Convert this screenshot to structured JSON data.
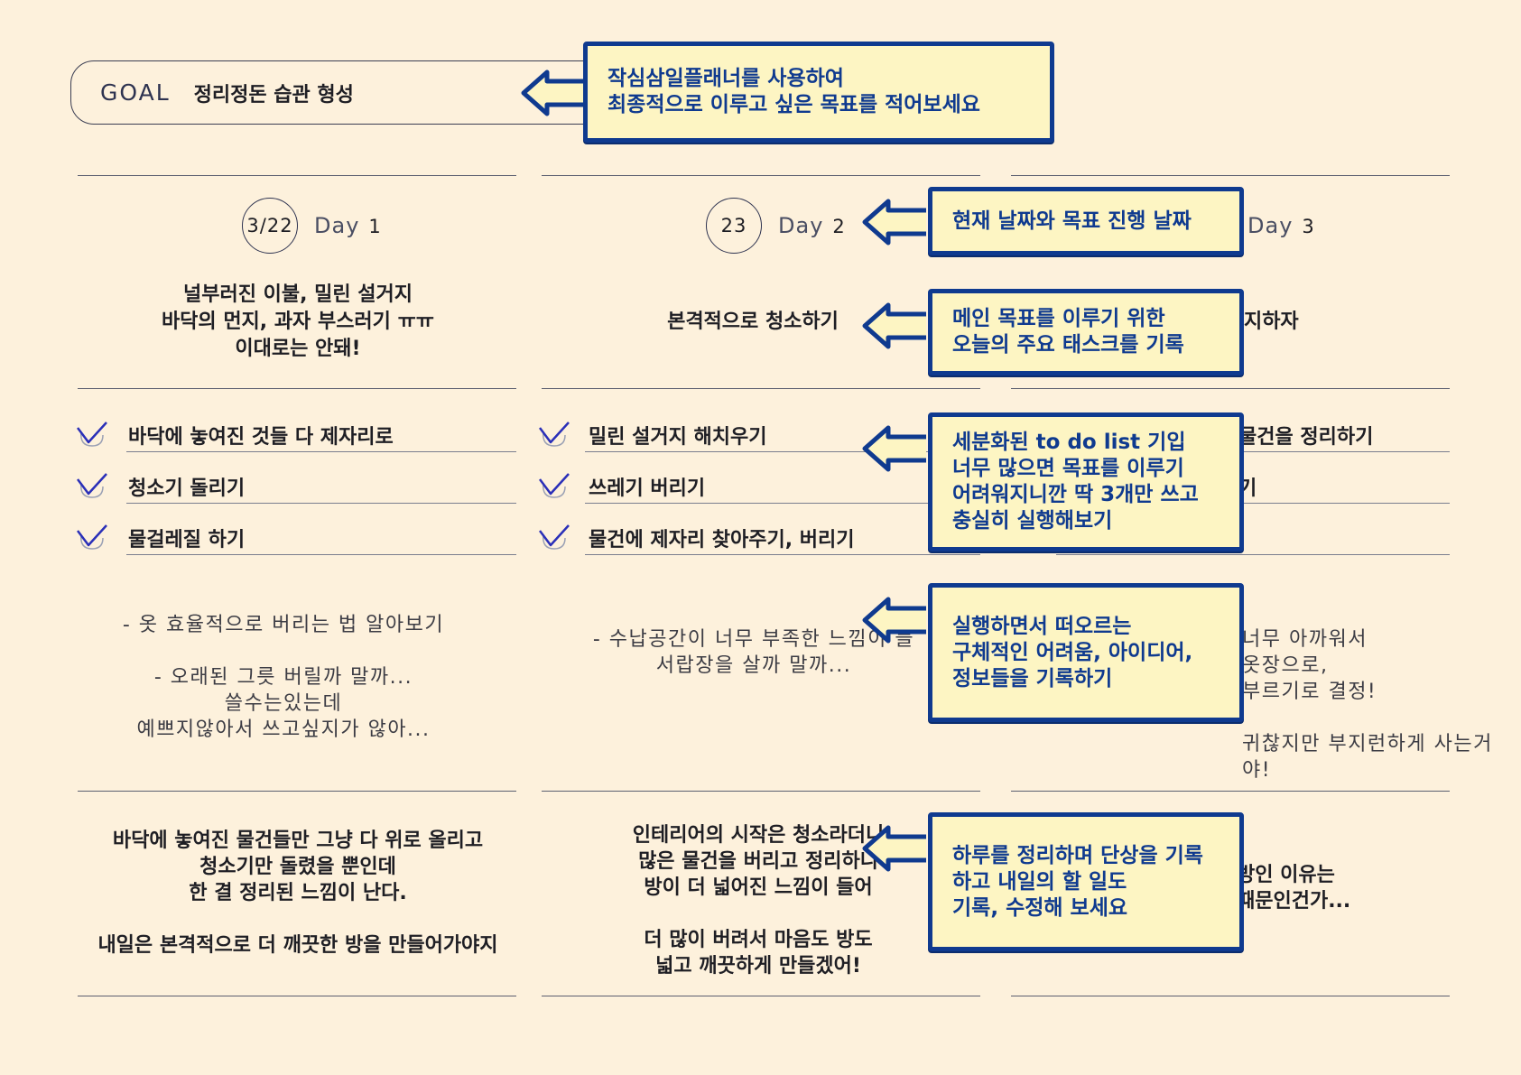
{
  "goal": {
    "label": "GOAL",
    "text": "정리정돈 습관 형성"
  },
  "days": [
    {
      "date": "3/22",
      "day_label": "Day",
      "day_num": "1",
      "main_task": [
        "널부러진 이불, 밀린 설거지",
        "바닥의 먼지, 과자 부스러기 ㅠㅠ",
        "이대로는 안돼!"
      ],
      "todos": [
        "바닥에 놓여진 것들 다 제자리로",
        "청소기 돌리기",
        "물걸레질 하기"
      ],
      "notes": "- 옷 효율적으로 버리는 법 알아보기\n\n- 오래된 그릇 버릴까 말까...\n쓸수는있는데\n예쁘지않아서 쓰고싶지가 않아...",
      "review": "바닥에 놓여진 물건들만 그냥 다 위로 올리고\n청소기만 돌렸을 뿐인데\n한 결 정리된 느낌이 난다.\n\n내일은 본격적으로 더 깨끗한 방을 만들어가야지"
    },
    {
      "date": "23",
      "day_label": "Day",
      "day_num": "2",
      "main_task": [
        "본격적으로 청소하기"
      ],
      "todos": [
        "밀린 설거지 해치우기",
        "쓰레기 버리기",
        "물건에 제자리 찾아주기, 버리기"
      ],
      "notes": "- 수납공간이 너무 부족한 느낌이 들\n서랍장을 살까 말까...",
      "review": "인테리어의 시작은 청소라더니\n많은 물건을 버리고 정리하니\n방이 더 넓어진 느낌이 들어\n\n더 많이 버려서 마음도 방도\n넓고 깨끗하게 만들겠어!"
    },
    {
      "date": "",
      "day_label": "Day",
      "day_num": "3",
      "main_task": [
        "최대한 유지하자"
      ],
      "todos": [
        "물건을 정리하기",
        "기",
        ""
      ],
      "notes": "너무 아까워서\n옷장으로,\n부르기로 결정!\n\n귀찮지만 부지런하게 사는거야!",
      "review": "방인 이유는\n때문인건가..."
    }
  ],
  "callouts": [
    "작심삼일플래너를 사용하여\n최종적으로 이루고 싶은 목표를 적어보세요",
    "현재 날짜와 목표 진행 날짜",
    "메인 목표를 이루기 위한\n오늘의 주요 태스크를 기록",
    "세분화된 to do list 기입\n너무 많으면 목표를 이루기\n어려워지니깐 딱 3개만 쓰고\n충실히 실행해보기",
    "실행하면서 떠오르는\n구체적인 어려움, 아이디어,\n정보들을 기록하기",
    "하루를 정리하며 단상을 기록\n하고 내일의 할 일도\n기록, 수정해 보세요"
  ],
  "colors": {
    "background": "#fdf1dc",
    "callout_fill": "#fdf5c3",
    "callout_border": "#0f3a8f",
    "check": "#2a2fb8"
  }
}
